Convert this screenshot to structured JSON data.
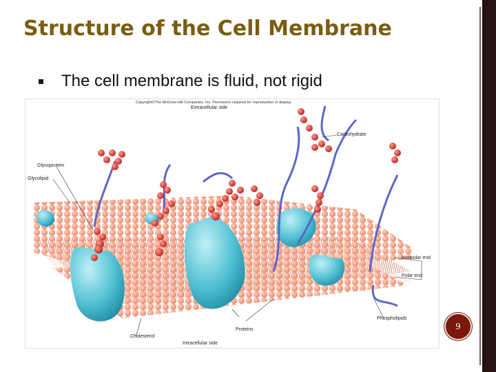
{
  "slide": {
    "title": "Structure of the Cell Membrane",
    "bullets": [
      "The cell membrane is fluid, not rigid"
    ],
    "page_number": "9"
  },
  "figure": {
    "copyright": "Copyright©The McGraw-Hill Companies, Inc. Permission required for reproduction or display.",
    "labels": {
      "extracellular": "Extracellular side",
      "carbohydrate": "Carbohydrate",
      "glycoprotein": "Glycoprotein",
      "glycolipid": "Glycolipid",
      "nonpolar": "Nonpolar end",
      "polar": "Polar end",
      "phospholipids": "Phospholipids",
      "proteins": "Proteins",
      "cholesterol": "Cholesterol",
      "intracellular": "Intracellular side"
    }
  },
  "colors": {
    "title": "#7a5d12",
    "frame": "#2a1612",
    "badge": "#7a1810",
    "protein": "#3fb0c4",
    "lipid_head": "#f0a080",
    "carbohydrate_bead": "#d03a3a",
    "carbohydrate_chain": "#5a66c8"
  }
}
